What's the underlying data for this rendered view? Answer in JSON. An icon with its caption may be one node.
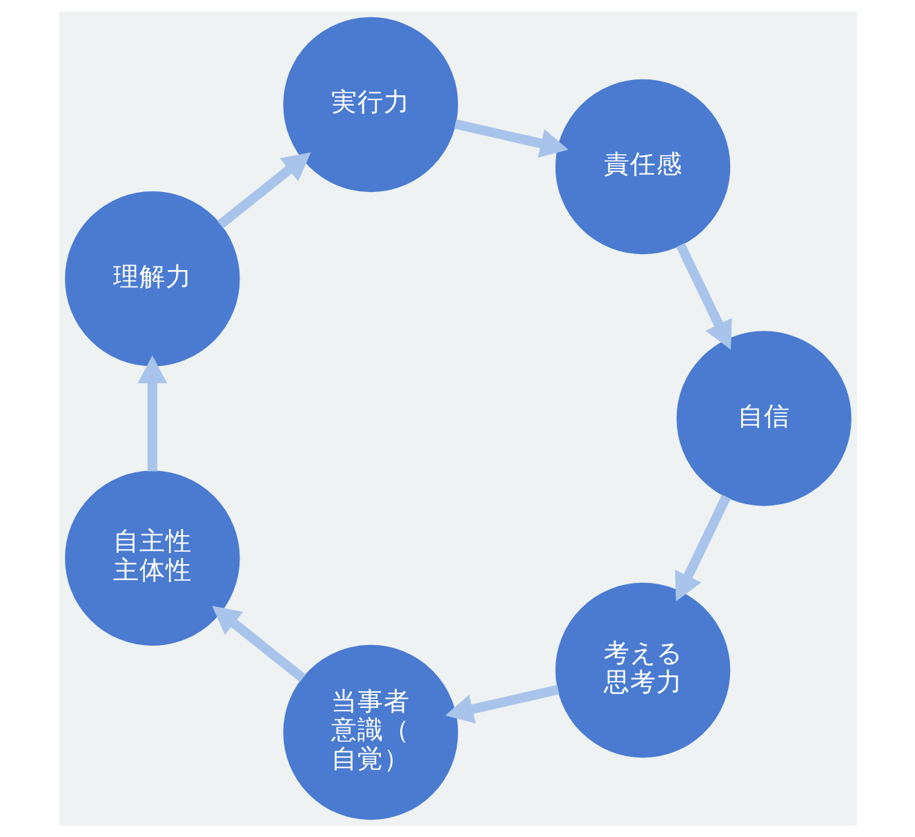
{
  "diagram": {
    "nodes": [
      {
        "text": [
          "考える思考力"
        ]
      },
      {
        "text": [
          "当事者意識（自覚）"
        ]
      },
      {
        "text": [
          "自主性主体性"
        ]
      },
      {
        "text": [
          "理解力"
        ]
      },
      {
        "text": [
          "実行力"
        ]
      },
      {
        "text": [
          "責任感"
        ]
      },
      {
        "text": [
          "自信"
        ]
      }
    ],
    "edges": [
      {
        "from": 0,
        "to": 1,
        "arrow": "to"
      },
      {
        "from": 1,
        "to": 2,
        "arrow": "to"
      },
      {
        "from": 2,
        "to": 3,
        "arrow": "to"
      },
      {
        "from": 3,
        "to": 4,
        "arrow": "to"
      },
      {
        "from": 4,
        "to": 5,
        "arrow": "to"
      },
      {
        "from": 5,
        "to": 6,
        "arrow": "to"
      },
      {
        "from": 6,
        "to": 0,
        "arrow": "to"
      }
    ]
  }
}
